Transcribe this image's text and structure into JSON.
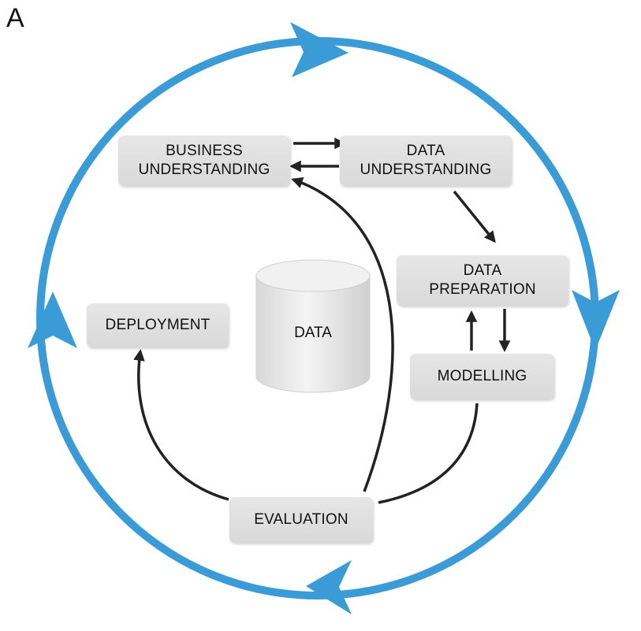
{
  "panel_label": "A",
  "nodes": {
    "business_understanding": [
      "BUSINESS",
      "UNDERSTANDING"
    ],
    "data_understanding": [
      "DATA",
      "UNDERSTANDING"
    ],
    "data_preparation": [
      "DATA",
      "PREPARATION"
    ],
    "modelling": "MODELLING",
    "evaluation": "EVALUATION",
    "deployment": "DEPLOYMENT",
    "data": "DATA"
  },
  "colors": {
    "cycle": "#3a9bd7",
    "arrow": "#222222",
    "box": "#e0e0e0"
  }
}
